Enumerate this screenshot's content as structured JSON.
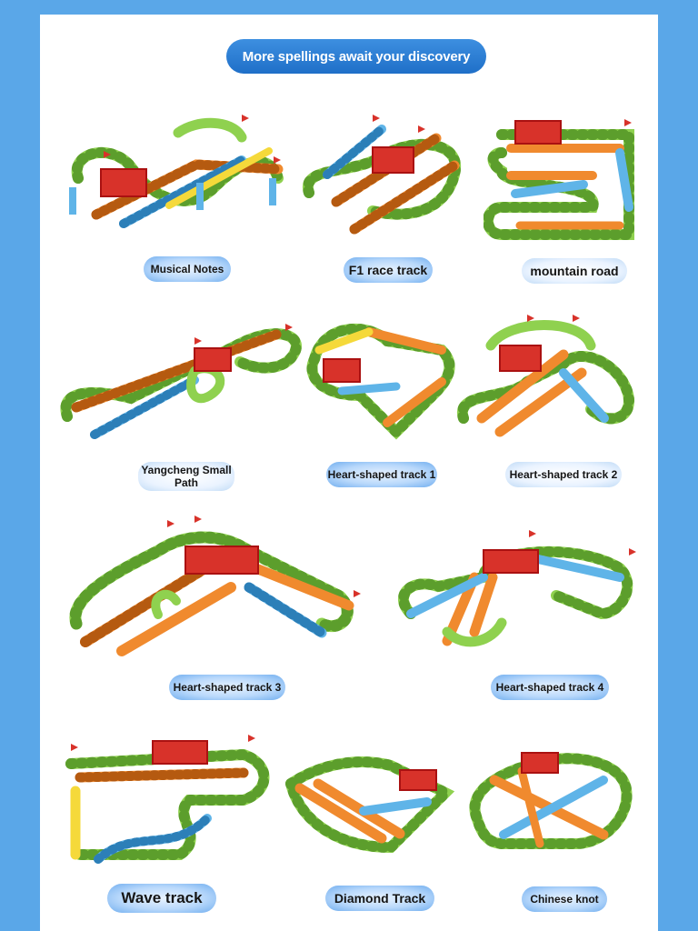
{
  "banner": "More spellings await your discovery",
  "tracks": [
    {
      "label": "Musical Notes"
    },
    {
      "label": "F1 race track"
    },
    {
      "label": "mountain road"
    },
    {
      "label": "Yangcheng Small Path"
    },
    {
      "label": "Heart-shaped track 1"
    },
    {
      "label": "Heart-shaped track 2"
    },
    {
      "label": "Heart-shaped track 3"
    },
    {
      "label": "Heart-shaped track 4"
    },
    {
      "label": "Wave track"
    },
    {
      "label": "Diamond Track"
    },
    {
      "label": "Chinese knot"
    }
  ],
  "colors": {
    "frame_blue": "#5aa7e8",
    "banner_blue": "#2a7ed6",
    "track_green": "#8fd14f",
    "track_orange": "#f08a2e",
    "track_blue": "#5fb4e8",
    "track_yellow": "#f5d93a",
    "bridge_red": "#d8322a"
  }
}
